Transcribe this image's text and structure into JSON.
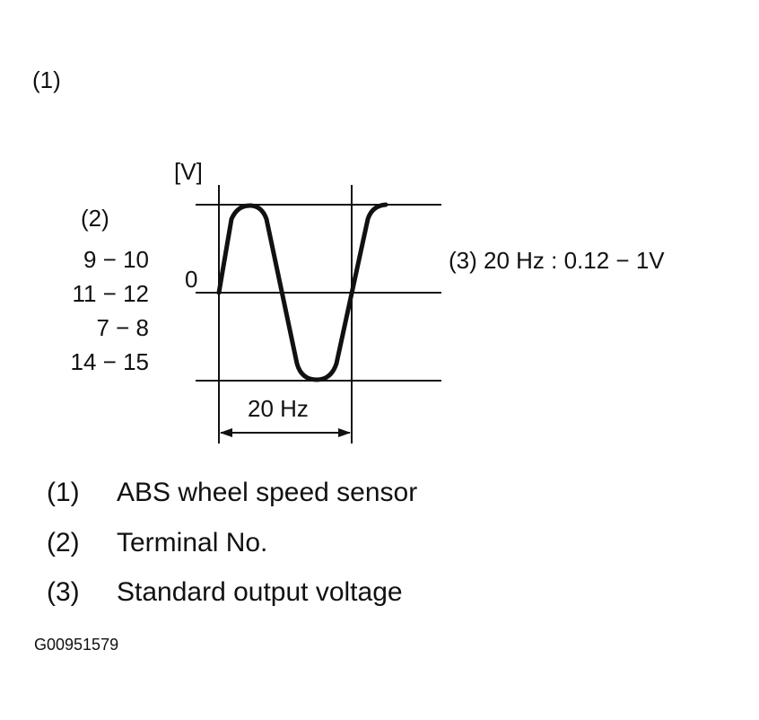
{
  "figure_label": "(1)",
  "axis_unit": "[V]",
  "zero_label": "0",
  "terminal_block": {
    "label": "(2)",
    "pairs": [
      "9 − 10",
      "11 − 12",
      "7 − 8",
      "14 − 15"
    ]
  },
  "spec": "(3) 20 Hz : 0.12 − 1V",
  "period_label": "20 Hz",
  "legend": [
    {
      "num": "(1)",
      "text": "ABS wheel speed sensor"
    },
    {
      "num": "(2)",
      "text": "Terminal No."
    },
    {
      "num": "(3)",
      "text": "Standard output voltage"
    }
  ],
  "figure_code": "G00951579"
}
